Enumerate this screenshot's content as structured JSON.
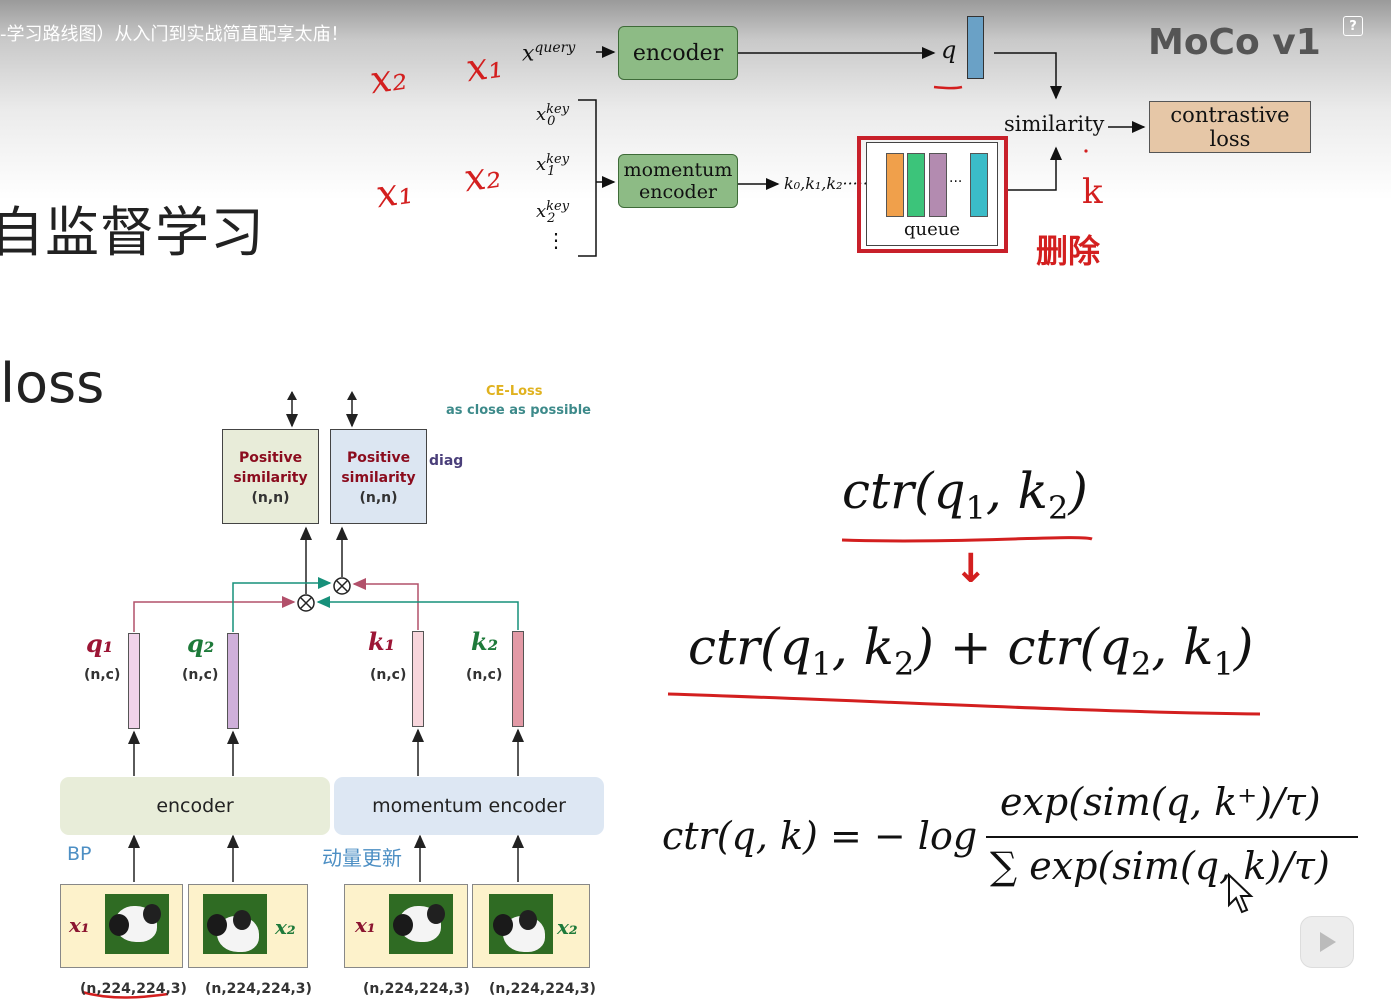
{
  "video": {
    "title_fragment": "-学习路线图）从入门到实战简直配享太庙！",
    "help_badge": "?"
  },
  "slide": {
    "heading_ssl": "自监督学习",
    "heading_loss": "loss",
    "moco_title": "MoCo v1"
  },
  "moco_diagram": {
    "x_query": "x",
    "x_query_sup": "query",
    "encoder": "encoder",
    "q": "q",
    "key_x0": "x",
    "key_x0_sup": "key",
    "key_x0_sub": "0",
    "key_x1": "x",
    "key_x1_sup": "key",
    "key_x1_sub": "1",
    "key_x2": "x",
    "key_x2_sup": "key",
    "key_x2_sub": "2",
    "key_dots": "⋮",
    "momentum_encoder_line1": "momentum",
    "momentum_encoder_line2": "encoder",
    "k_sequence": "k₀,k₁,k₂·····",
    "queue": "queue",
    "similarity": "similarity",
    "contrastive_loss": "contrastive loss",
    "queue_colors": [
      "#f0a04b",
      "#3cc47a",
      "#b38bb0",
      "#3bbcc8"
    ]
  },
  "annotations": {
    "hand_x2_a": "x₂",
    "hand_x1_a": "x₁",
    "hand_x1_b": "x₁",
    "hand_x2_b": "x₂",
    "hand_k": "k",
    "delete": "删除"
  },
  "ce_loss": {
    "title": "CE-Loss",
    "subtitle": "as close as possible",
    "box1_line1": "Positive",
    "box1_line2": "similarity",
    "box1_line3": "(n,n)",
    "box2_line1": "Positive",
    "box2_line2": "similarity",
    "box2_line3": "(n,n)",
    "diag": "diag"
  },
  "feature_vectors": [
    {
      "label": "q₁",
      "shape": "(n,c)",
      "color": "#9c1535",
      "fill": "#f1d3ea"
    },
    {
      "label": "q₂",
      "shape": "(n,c)",
      "color": "#1e7a3a",
      "fill": "#cfb0da"
    },
    {
      "label": "k₁",
      "shape": "(n,c)",
      "color": "#9c1535",
      "fill": "#f8d6dc"
    },
    {
      "label": "k₂",
      "shape": "(n,c)",
      "color": "#1e7a3a",
      "fill": "#e39aa6"
    }
  ],
  "encoders": {
    "encoder": "encoder",
    "momentum_encoder": "momentum encoder",
    "bp": "BP",
    "momentum_update": "动量更新"
  },
  "inputs": [
    {
      "label": "x₁",
      "shape": "(n,224,224,3)"
    },
    {
      "label": "x₂",
      "shape": "(n,224,224,3)"
    },
    {
      "label": "x₁",
      "shape": "(n,224,224,3)"
    },
    {
      "label": "x₂",
      "shape": "(n,224,224,3)"
    }
  ],
  "formulas": {
    "ctr_single_a": "ctr(q",
    "ctr_single_b": "1",
    "ctr_single_c": ", k",
    "ctr_single_d": "2",
    "ctr_single_e": ")",
    "arrow": "↓",
    "sym_part1": "ctr(q",
    "sym_sub1": "1",
    "sym_part2": ", k",
    "sym_sub2": "2",
    "sym_part3": ") + ctr(q",
    "sym_sub3": "2",
    "sym_part4": ", k",
    "sym_sub4": "1",
    "sym_part5": ")",
    "def_lhs": "ctr(q, k) = − log",
    "def_num": "exp(sim(q, k⁺)/τ)",
    "def_den": "∑ exp(sim(q, k)/τ)"
  },
  "player": {
    "play_button": "play"
  }
}
